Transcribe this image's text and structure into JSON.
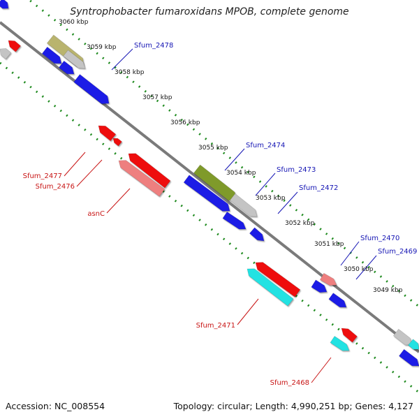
{
  "title": "Syntrophobacter fumaroxidans MPOB, complete genome",
  "accession_text": "Accession: NC_008554",
  "summary_text": "Topology: circular; Length: 4,990,251 bp; Genes: 4,127",
  "colors": {
    "blue": "#1a1ae6",
    "red": "#ee1111",
    "pink": "#ee7f7f",
    "grey": "#c4c4c4",
    "olive": "#b9b46e",
    "darkolive": "#7f9a2c",
    "cyan": "#22e2e2",
    "backbone": "#7a7a7a",
    "ticks": "#1e8a1e"
  },
  "kbp_labels": [
    {
      "text": "3060 kbp"
    },
    {
      "text": "3059 kbp"
    },
    {
      "text": "3058 kbp"
    },
    {
      "text": "3057 kbp"
    },
    {
      "text": "3056 kbp"
    },
    {
      "text": "3055 kbp"
    },
    {
      "text": "3054 kbp"
    },
    {
      "text": "3053 kbp"
    },
    {
      "text": "3052 kbp"
    },
    {
      "text": "3051 kbp"
    },
    {
      "text": "3050 kbp"
    },
    {
      "text": "3049 kbp"
    }
  ],
  "gene_labels": [
    {
      "text": "Sfum_2478",
      "strand": "fwd"
    },
    {
      "text": "Sfum_2474",
      "strand": "fwd"
    },
    {
      "text": "Sfum_2473",
      "strand": "fwd"
    },
    {
      "text": "Sfum_2472",
      "strand": "fwd"
    },
    {
      "text": "Sfum_2470",
      "strand": "fwd"
    },
    {
      "text": "Sfum_2469",
      "strand": "fwd"
    },
    {
      "text": "Sfum_2477",
      "strand": "rev"
    },
    {
      "text": "Sfum_2476",
      "strand": "rev"
    },
    {
      "text": "asnC",
      "strand": "rev"
    },
    {
      "text": "Sfum_2471",
      "strand": "rev"
    },
    {
      "text": "Sfum_2468",
      "strand": "rev"
    }
  ]
}
